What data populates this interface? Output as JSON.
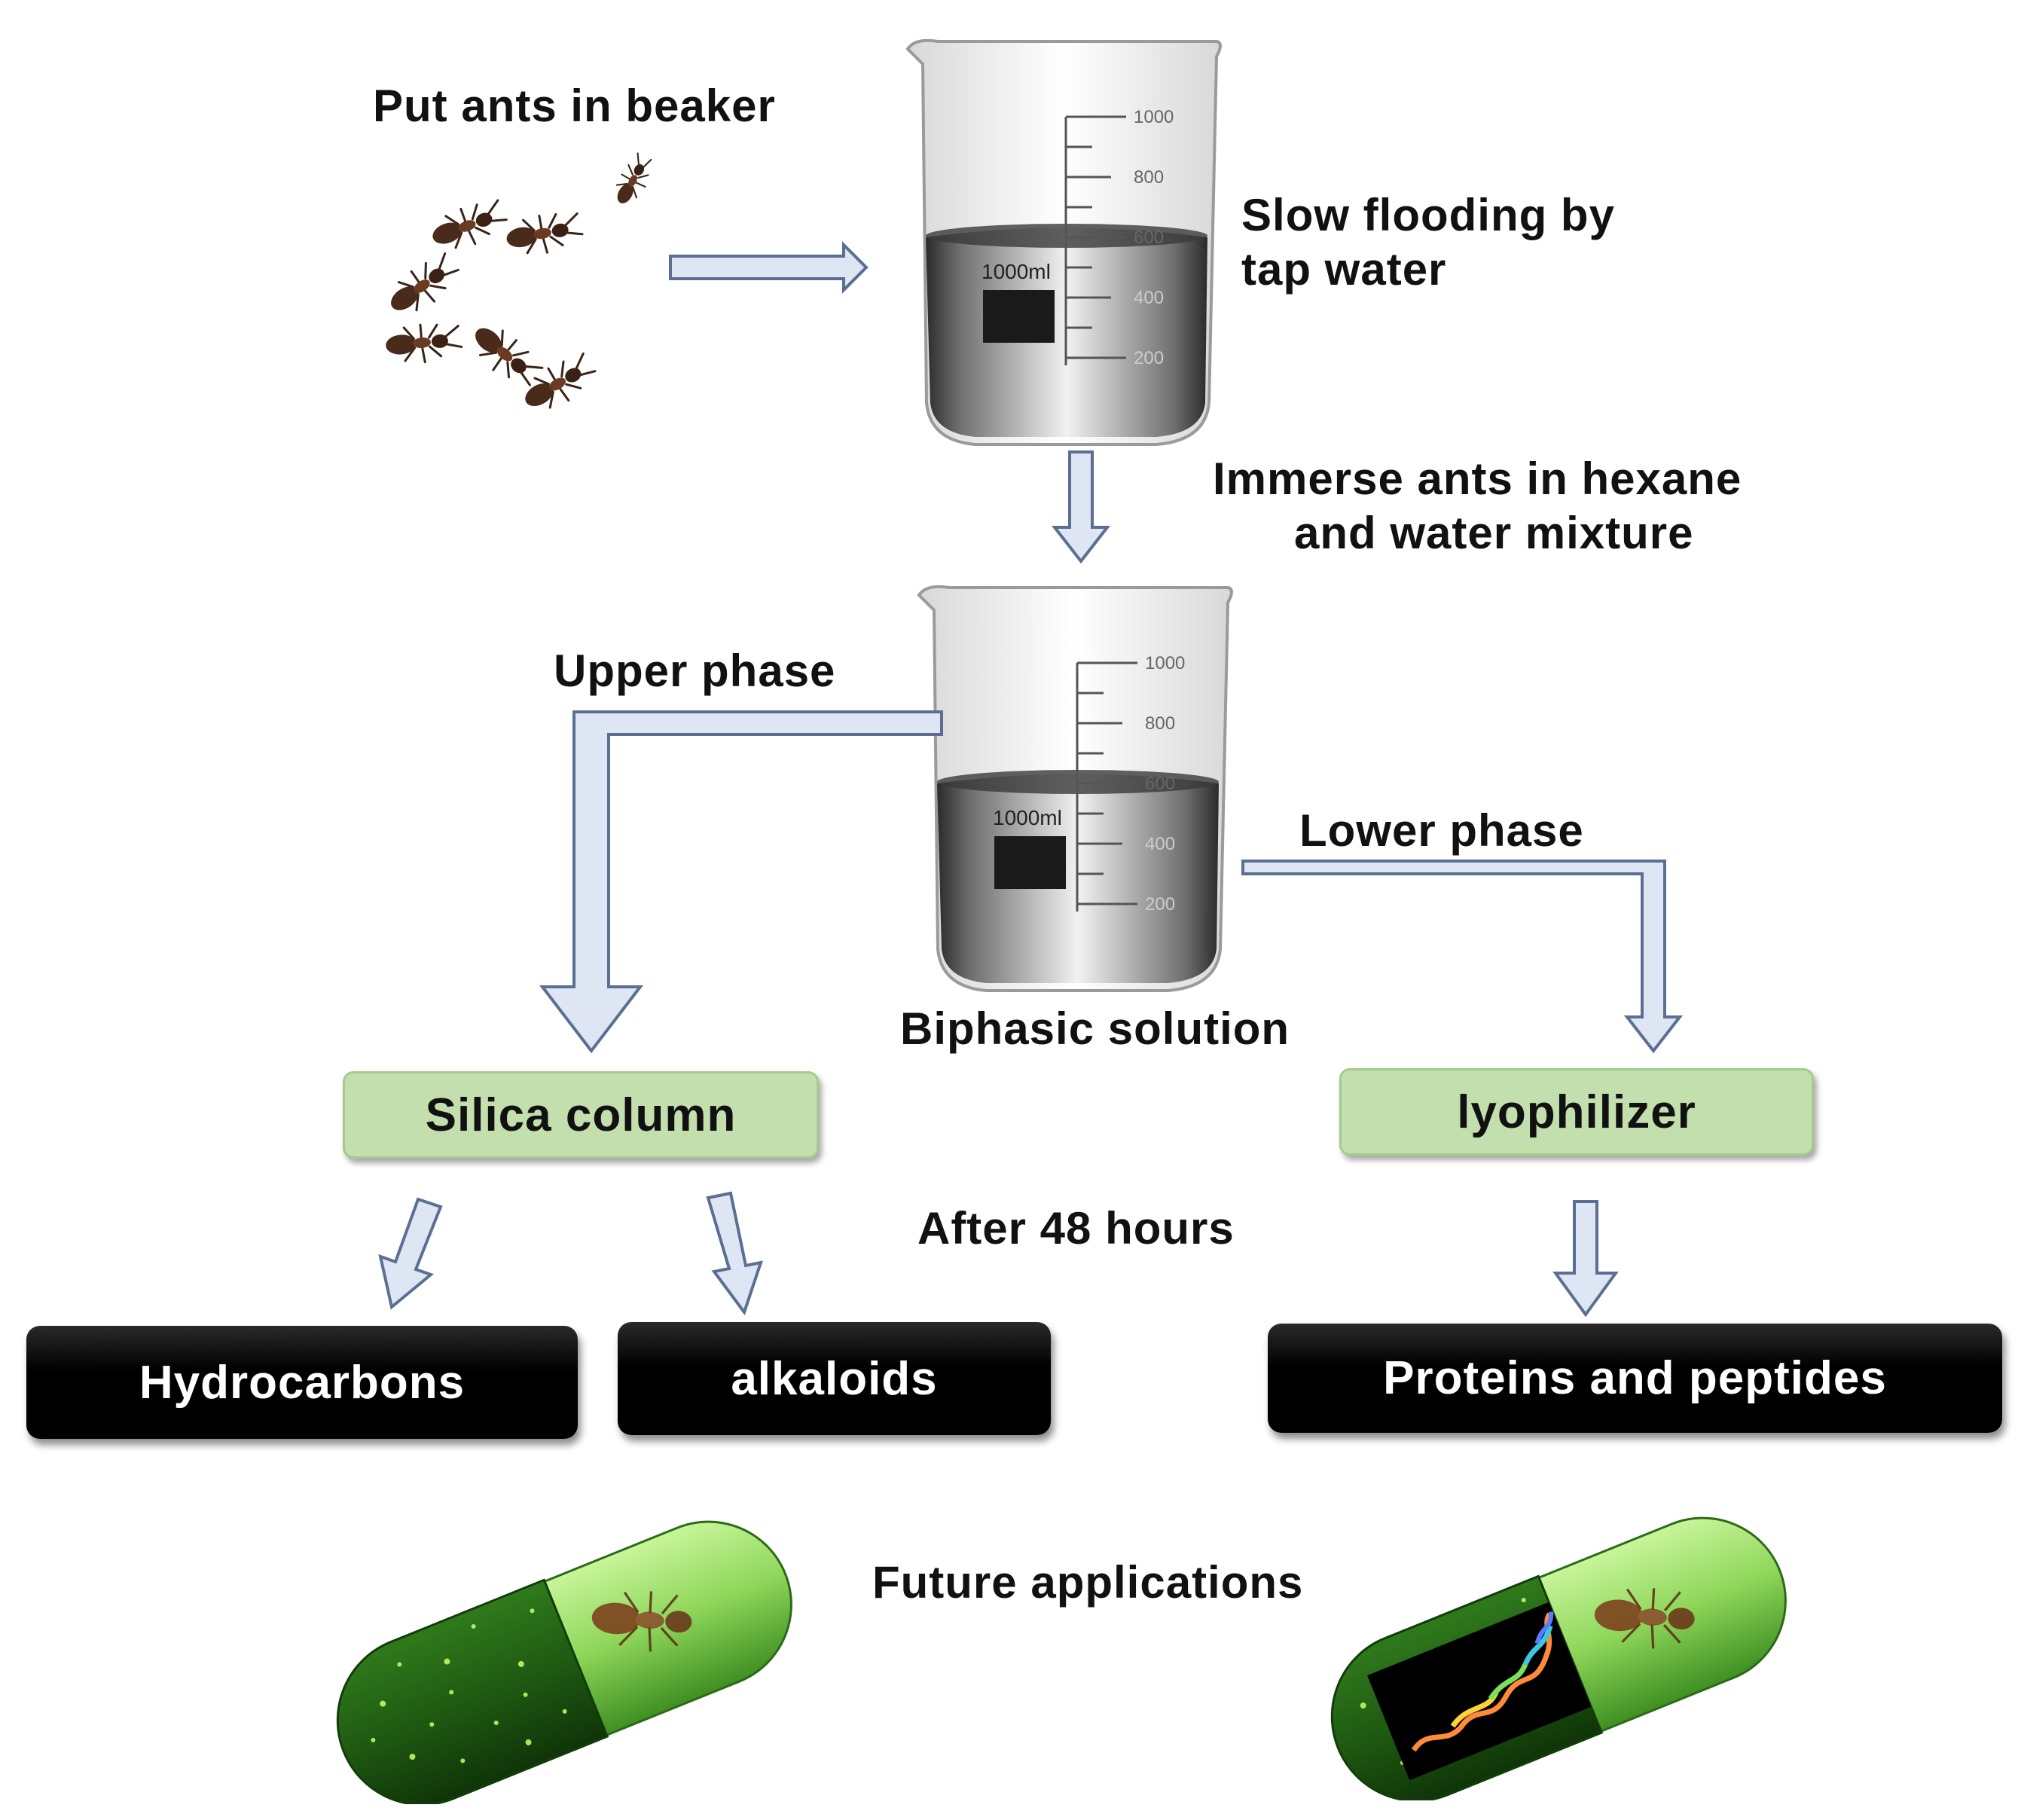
{
  "steps": {
    "put_ants": "Put ants in beaker",
    "slow_flooding_line1": "Slow flooding by",
    "slow_flooding_line2": "tap water",
    "immerse_line1": "Immerse ants in hexane",
    "immerse_line2": "and water mixture",
    "upper_phase": "Upper phase",
    "lower_phase": "Lower phase",
    "biphasic": "Biphasic solution",
    "after_48": "After 48 hours",
    "future": "Future applications"
  },
  "process_boxes": {
    "silica": "Silica column",
    "lyophilizer": "lyophilizer"
  },
  "product_boxes": {
    "hydrocarbons": "Hydrocarbons",
    "alkaloids": "alkaloids",
    "proteins": "Proteins and peptides"
  },
  "beaker_markings": {
    "volume_label": "1000ml",
    "ticks": [
      "1000",
      "800",
      "600",
      "400",
      "200"
    ]
  },
  "colors": {
    "arrow_fill": "#dde6f2",
    "arrow_stroke": "#5a6f93",
    "green_box": "#c3dfae",
    "capsule_dark": "#1f5a12",
    "capsule_light": "#9fe06a"
  },
  "icons": [
    "ant-icon",
    "beaker-icon",
    "capsule-icon",
    "protein-structure-icon"
  ]
}
